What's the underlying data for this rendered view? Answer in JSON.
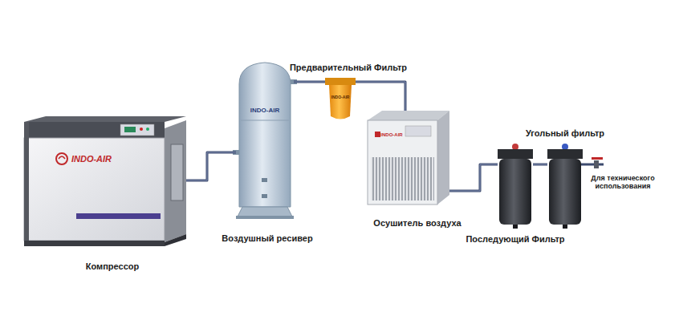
{
  "diagram": {
    "nodes": [
      {
        "text": [
          "Компрессор"
        ]
      },
      {
        "text": [
          "Воздушный ресивер"
        ]
      },
      {
        "text": [
          "Предварительный Фильтр"
        ]
      },
      {
        "text": [
          "Осушитель воздуха"
        ]
      },
      {
        "text": [
          "Последующий Фильтр"
        ]
      },
      {
        "text": [
          "Угольный фильтр"
        ]
      }
    ],
    "edges": [
      {
        "from": 0,
        "to": 1,
        "arrow": "none"
      },
      {
        "from": 1,
        "to": 2,
        "arrow": "none"
      },
      {
        "from": 2,
        "to": 3,
        "arrow": "none"
      },
      {
        "from": 3,
        "to": 4,
        "arrow": "none"
      },
      {
        "from": 4,
        "to": 5,
        "arrow": "none"
      }
    ],
    "labels": [
      "INDO-AIR",
      "INDO-AIR",
      "INDO-AIR",
      "INDO-AIR",
      "Для технического использования"
    ]
  }
}
